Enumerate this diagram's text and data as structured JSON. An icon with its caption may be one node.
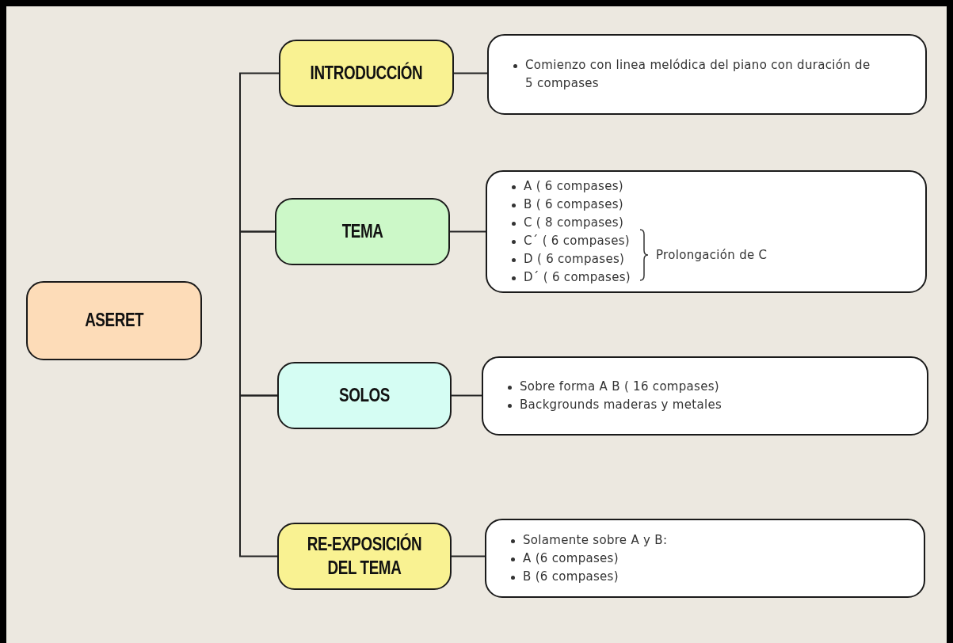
{
  "diagram": {
    "nodes": [
      {
        "text": [
          "ASERET"
        ]
      },
      {
        "text": [
          "INTRODUCCIÓN"
        ]
      },
      {
        "text": [
          "Comienzo con linea melódica del piano con duración de 5 compases"
        ]
      },
      {
        "text": [
          "TEMA"
        ]
      },
      {
        "text": [
          "A ( 6 compases)",
          "B ( 6 compases)",
          "C ( 8 compases)",
          "C´ ( 6 compases)",
          "D ( 6 compases)",
          "D´ ( 6 compases)",
          "Prolongación de C"
        ]
      },
      {
        "text": [
          "SOLOS"
        ]
      },
      {
        "text": [
          "Sobre forma A B ( 16 compases)",
          "Backgrounds maderas y metales"
        ]
      },
      {
        "text": [
          "RE-EXPOSICIÓN DEL TEMA"
        ]
      },
      {
        "text": [
          "Solamente sobre A y B:",
          "A (6 compases)",
          "B (6 compases)"
        ]
      }
    ],
    "edges": [
      {
        "from": 1,
        "to": 3,
        "arrow": "none"
      },
      {
        "from": 3,
        "to": 5,
        "arrow": "none"
      },
      {
        "from": 5,
        "to": 7,
        "arrow": "none"
      },
      {
        "from": 1,
        "to": 2,
        "arrow": "none"
      },
      {
        "from": 3,
        "to": 4,
        "arrow": "none"
      },
      {
        "from": 5,
        "to": 6,
        "arrow": "none"
      },
      {
        "from": 7,
        "to": 8,
        "arrow": "none"
      }
    ]
  }
}
